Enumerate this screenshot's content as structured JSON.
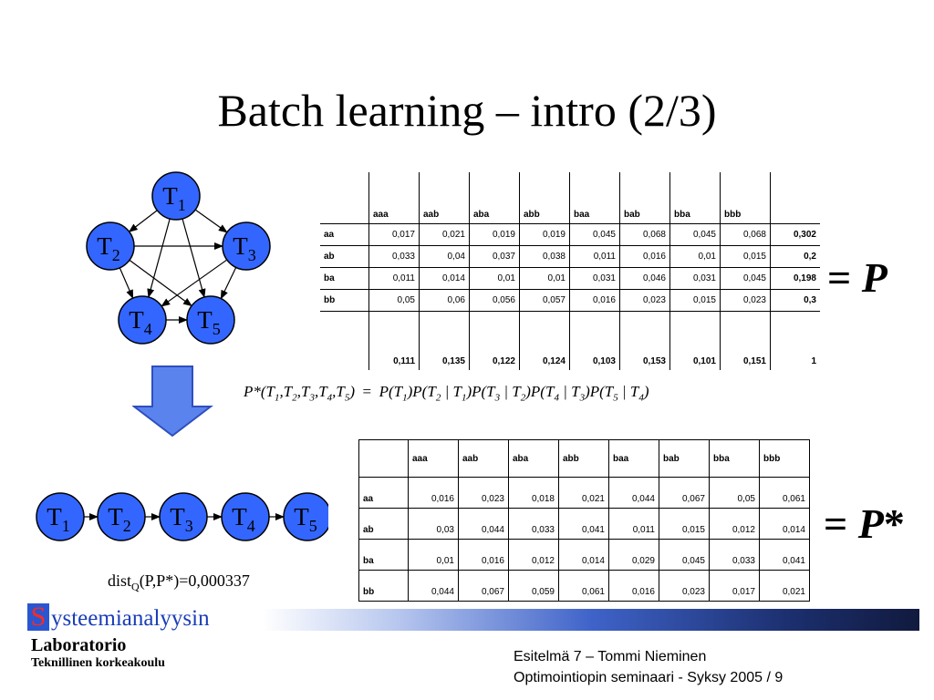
{
  "slide": {
    "title": "Batch learning – intro (2/3)"
  },
  "network": {
    "nodes": [
      {
        "base": "T",
        "sub": "1"
      },
      {
        "base": "T",
        "sub": "2"
      },
      {
        "base": "T",
        "sub": "3"
      },
      {
        "base": "T",
        "sub": "4"
      },
      {
        "base": "T",
        "sub": "5"
      }
    ]
  },
  "chain": {
    "nodes": [
      {
        "base": "T",
        "sub": "1"
      },
      {
        "base": "T",
        "sub": "2"
      },
      {
        "base": "T",
        "sub": "3"
      },
      {
        "base": "T",
        "sub": "4"
      },
      {
        "base": "T",
        "sub": "5"
      }
    ]
  },
  "tableP": {
    "columns": [
      "aaa",
      "aab",
      "aba",
      "abb",
      "baa",
      "bab",
      "bba",
      "bbb"
    ],
    "rows": [
      {
        "label": "aa",
        "values": [
          "0,017",
          "0,021",
          "0,019",
          "0,019",
          "0,045",
          "0,068",
          "0,045",
          "0,068"
        ],
        "sum": "0,302"
      },
      {
        "label": "ab",
        "values": [
          "0,033",
          "0,04",
          "0,037",
          "0,038",
          "0,011",
          "0,016",
          "0,01",
          "0,015"
        ],
        "sum": "0,2"
      },
      {
        "label": "ba",
        "values": [
          "0,011",
          "0,014",
          "0,01",
          "0,01",
          "0,031",
          "0,046",
          "0,031",
          "0,045"
        ],
        "sum": "0,198"
      },
      {
        "label": "bb",
        "values": [
          "0,05",
          "0,06",
          "0,056",
          "0,057",
          "0,016",
          "0,023",
          "0,015",
          "0,023"
        ],
        "sum": "0,3"
      }
    ],
    "totals": [
      "0,111",
      "0,135",
      "0,122",
      "0,124",
      "0,103",
      "0,153",
      "0,101",
      "0,151"
    ],
    "grand_total": "1",
    "equals_label": "= P"
  },
  "formula": {
    "lhs": "P*(T1,T2,T3,T4,T5)",
    "rhs": "P(T1)P(T2 | T1)P(T3 | T2)P(T4 | T3)P(T5 | T4)"
  },
  "tablePstar": {
    "columns": [
      "aaa",
      "aab",
      "aba",
      "abb",
      "baa",
      "bab",
      "bba",
      "bbb"
    ],
    "rows": [
      {
        "label": "aa",
        "values": [
          "0,016",
          "0,023",
          "0,018",
          "0,021",
          "0,044",
          "0,067",
          "0,05",
          "0,061"
        ]
      },
      {
        "label": "ab",
        "values": [
          "0,03",
          "0,044",
          "0,033",
          "0,041",
          "0,011",
          "0,015",
          "0,012",
          "0,014"
        ]
      },
      {
        "label": "ba",
        "values": [
          "0,01",
          "0,016",
          "0,012",
          "0,014",
          "0,029",
          "0,045",
          "0,033",
          "0,041"
        ]
      },
      {
        "label": "bb",
        "values": [
          "0,044",
          "0,067",
          "0,059",
          "0,061",
          "0,016",
          "0,023",
          "0,017",
          "0,021"
        ]
      }
    ],
    "equals_label": "= P*"
  },
  "distance": {
    "prefix": "dist",
    "sub": "Q",
    "rest": "(P,P*)=0,000337"
  },
  "footer": {
    "brand_initial": "S",
    "brand_rest": "ysteemianalyysin",
    "lab": "Laboratorio",
    "university": "Teknillinen korkeakoulu",
    "line1": "Esitelmä 7 – Tommi Nieminen",
    "line2": "Optimointiopin seminaari - Syksy 2005 / 9"
  },
  "colors": {
    "node_fill": "#3366ff",
    "arrow_fill": "#5b83ee",
    "brand_blue": "#1a3db8"
  }
}
